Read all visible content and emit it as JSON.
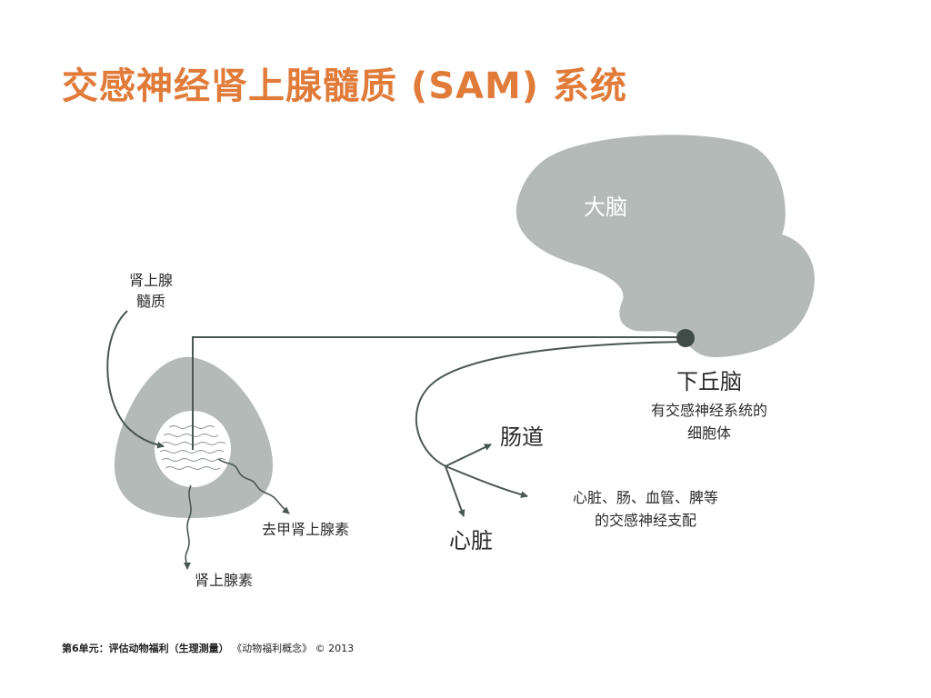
{
  "title": "交感神经肾上腺髓质 (SAM) 系统",
  "labels": {
    "brain": "大脑",
    "adrenal_medulla_line1": "肾上腺",
    "adrenal_medulla_line2": "髓质",
    "hypothalamus": "下丘脑",
    "hypothalamus_desc_line1": "有交感神经系统的",
    "hypothalamus_desc_line2": "细胞体",
    "intestine": "肠道",
    "heart": "心脏",
    "innervation_line1": "心脏、肠、血管、脾等",
    "innervation_line2": "的交感神经支配",
    "norepinephrine": "去甲肾上腺素",
    "epinephrine": "肾上腺素"
  },
  "footer": {
    "unit": "第6单元：评估动物福利（生理测量）",
    "source": "《动物福利概念》 © 2013"
  },
  "colors": {
    "title": "#e07b39",
    "shape_fill": "#b3bab7",
    "line": "#4a5753",
    "node": "#3f4c48"
  }
}
